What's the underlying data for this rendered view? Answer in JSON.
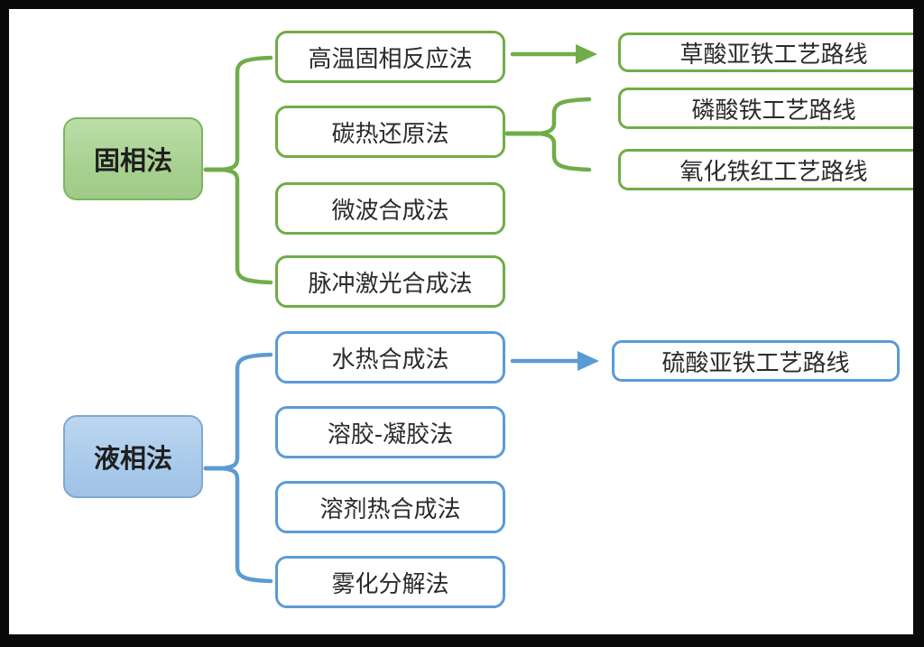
{
  "diagram": {
    "type": "tree-flowchart",
    "colors": {
      "solid_phase_accent": "#70ad47",
      "solid_phase_parent_fill": "#a9d18e",
      "liquid_phase_accent": "#5b9bd5",
      "liquid_phase_parent_fill": "#aecbec",
      "background": "#ffffff",
      "frame": "#0a0a0a",
      "text": "#2b2b2b"
    },
    "solid_phase": {
      "parent": "固相法",
      "methods": [
        "高温固相反应法",
        "碳热还原法",
        "微波合成法",
        "脉冲激光合成法"
      ],
      "routes": [
        "草酸亚铁工艺路线",
        "磷酸铁工艺路线",
        "氧化铁红工艺路线"
      ],
      "links": [
        "固相法 → {高温固相反应法, 碳热还原法, 微波合成法, 脉冲激光合成法}",
        "高温固相反应法 → 草酸亚铁工艺路线",
        "碳热还原法 → {磷酸铁工艺路线, 氧化铁红工艺路线}"
      ]
    },
    "liquid_phase": {
      "parent": "液相法",
      "methods": [
        "水热合成法",
        "溶胶-凝胶法",
        "溶剂热合成法",
        "雾化分解法"
      ],
      "routes": [
        "硫酸亚铁工艺路线"
      ],
      "links": [
        "液相法 → {水热合成法, 溶胶-凝胶法, 溶剂热合成法, 雾化分解法}",
        "水热合成法 → 硫酸亚铁工艺路线"
      ]
    }
  }
}
